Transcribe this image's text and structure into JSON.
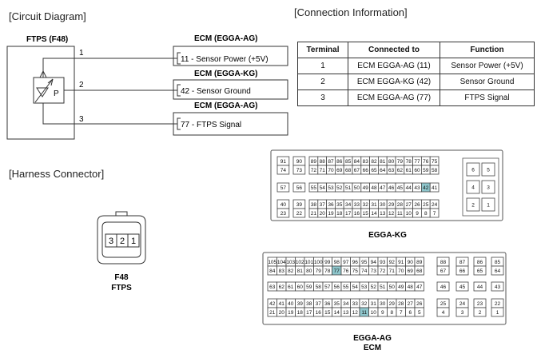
{
  "sections": {
    "circuit": "[Circuit Diagram]",
    "connection": "[Connection Information]",
    "harness": "[Harness Connector]"
  },
  "circuit": {
    "component": "FTPS (F48)",
    "sensor_symbol": "P",
    "lines": [
      {
        "number": "1",
        "ecm": "ECM (EGGA-AG)",
        "label": "11 - Sensor Power (+5V)"
      },
      {
        "number": "2",
        "ecm": "ECM (EGGA-KG)",
        "label": "42 - Sensor Ground"
      },
      {
        "number": "3",
        "ecm": "ECM (EGGA-AG)",
        "label": "77 - FTPS Signal"
      }
    ]
  },
  "connection_table": {
    "headers": [
      "Terminal",
      "Connected to",
      "Function"
    ],
    "rows": [
      [
        "1",
        "ECM EGGA-AG (11)",
        "Sensor Power (+5V)"
      ],
      [
        "2",
        "ECM EGGA-KG (42)",
        "Sensor Ground"
      ],
      [
        "3",
        "ECM EGGA-AG (77)",
        "FTPS Signal"
      ]
    ]
  },
  "f48_connector": {
    "pins": [
      "3",
      "2",
      "1"
    ],
    "name": "F48",
    "sub": "FTPS"
  },
  "kg_connector": {
    "label": "EGGA-KG",
    "highlight": "42",
    "rows": [
      [
        "91",
        "90",
        "89",
        "88",
        "87",
        "86",
        "85",
        "84",
        "83",
        "82",
        "81",
        "80",
        "79",
        "78",
        "77",
        "76",
        "75"
      ],
      [
        "74",
        "73",
        "72",
        "71",
        "70",
        "69",
        "68",
        "67",
        "66",
        "65",
        "64",
        "63",
        "62",
        "61",
        "60",
        "59",
        "58"
      ],
      [
        "57",
        "56",
        "55",
        "54",
        "53",
        "52",
        "51",
        "50",
        "49",
        "48",
        "47",
        "46",
        "45",
        "44",
        "43",
        "42",
        "41"
      ],
      [
        "40",
        "39",
        "38",
        "37",
        "36",
        "35",
        "34",
        "33",
        "32",
        "31",
        "30",
        "29",
        "28",
        "27",
        "26",
        "25",
        "24"
      ],
      [
        "23",
        "22",
        "21",
        "20",
        "19",
        "18",
        "17",
        "16",
        "15",
        "14",
        "13",
        "12",
        "11",
        "10",
        "9",
        "8",
        "7"
      ]
    ],
    "right": [
      "6",
      "5",
      "4",
      "3",
      "2",
      "1"
    ]
  },
  "ag_connector": {
    "label": "EGGA-AG",
    "sublabel": "ECM",
    "highlights": [
      "77",
      "11"
    ],
    "main_rows": [
      [
        "105",
        "104",
        "103",
        "102",
        "101",
        "100",
        "99",
        "98",
        "97",
        "96",
        "95",
        "94",
        "93",
        "92",
        "91",
        "90",
        "89"
      ],
      [
        "84",
        "83",
        "82",
        "81",
        "80",
        "79",
        "78",
        "77",
        "76",
        "75",
        "74",
        "73",
        "72",
        "71",
        "70",
        "69",
        "68"
      ],
      [
        "63",
        "62",
        "61",
        "60",
        "59",
        "58",
        "57",
        "56",
        "55",
        "54",
        "53",
        "52",
        "51",
        "50",
        "49",
        "48",
        "47"
      ],
      [
        "42",
        "41",
        "40",
        "39",
        "38",
        "37",
        "36",
        "35",
        "34",
        "33",
        "32",
        "31",
        "30",
        "29",
        "28",
        "27",
        "26"
      ],
      [
        "21",
        "20",
        "19",
        "18",
        "17",
        "16",
        "15",
        "14",
        "13",
        "12",
        "11",
        "10",
        "9",
        "8",
        "7",
        "6",
        "5"
      ]
    ],
    "right_rows": [
      [
        "88",
        "87",
        "86",
        "85"
      ],
      [
        "67",
        "66",
        "65",
        "64"
      ],
      [
        "46",
        "45",
        "44",
        "43"
      ],
      [
        "25",
        "24",
        "23",
        "22"
      ],
      [
        "4",
        "3",
        "2",
        "1"
      ]
    ]
  },
  "colors": {
    "highlight": "#8ec6cc",
    "line": "#333333"
  }
}
